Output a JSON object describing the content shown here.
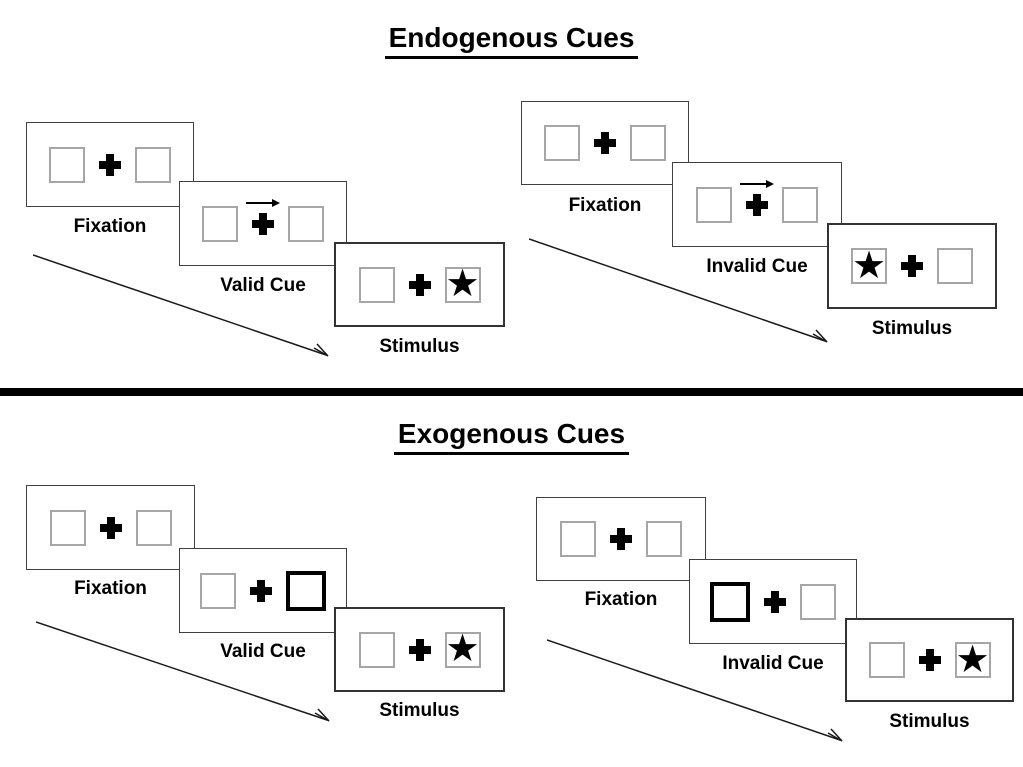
{
  "sections": [
    {
      "title": "Endogenous Cues",
      "sequences": [
        {
          "type": "valid",
          "panels": [
            {
              "label": "Fixation"
            },
            {
              "label": "Valid Cue",
              "cue": "central-arrow-right"
            },
            {
              "label": "Stimulus",
              "target_side": "right"
            }
          ]
        },
        {
          "type": "invalid",
          "panels": [
            {
              "label": "Fixation"
            },
            {
              "label": "Invalid Cue",
              "cue": "central-arrow-right"
            },
            {
              "label": "Stimulus",
              "target_side": "left"
            }
          ]
        }
      ]
    },
    {
      "title": "Exogenous Cues",
      "sequences": [
        {
          "type": "valid",
          "panels": [
            {
              "label": "Fixation"
            },
            {
              "label": "Valid Cue",
              "cue": "peripheral-highlight-right"
            },
            {
              "label": "Stimulus",
              "target_side": "right"
            }
          ]
        },
        {
          "type": "invalid",
          "panels": [
            {
              "label": "Fixation"
            },
            {
              "label": "Invalid Cue",
              "cue": "peripheral-highlight-left"
            },
            {
              "label": "Stimulus",
              "target_side": "right"
            }
          ]
        }
      ]
    }
  ],
  "glyphs": {
    "star": "★"
  },
  "colors": {
    "ink": "#000000",
    "panel_border": "#404040",
    "square_border": "#a6a6a6",
    "divider": "#000000"
  }
}
